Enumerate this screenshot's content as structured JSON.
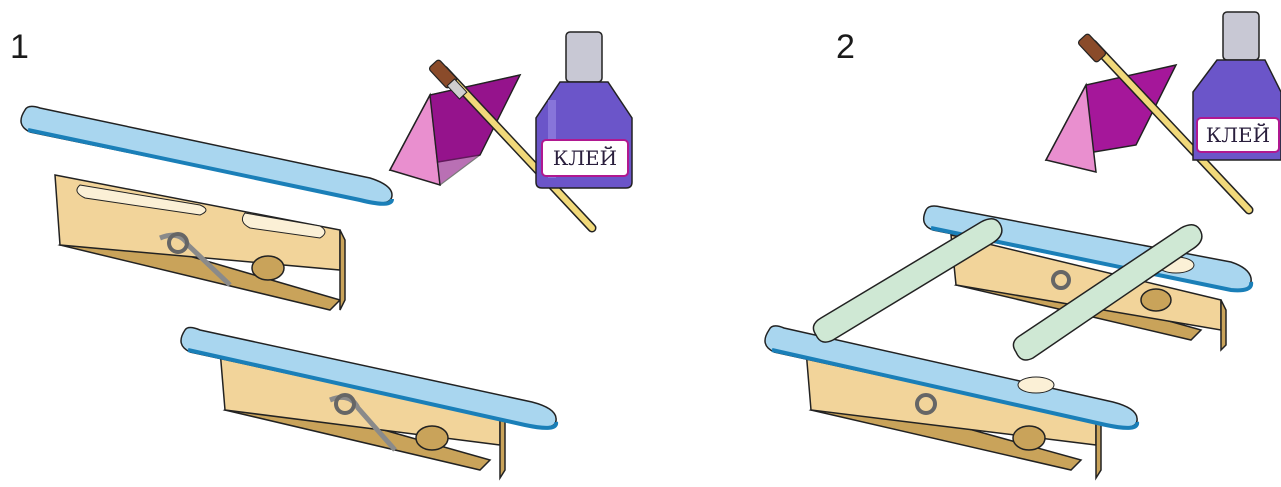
{
  "steps": [
    {
      "number": "1"
    },
    {
      "number": "2"
    }
  ],
  "bottle": {
    "label": "КЛЕЙ"
  },
  "colors": {
    "stick_blue": "#a9d6ef",
    "stick_edge": "#1a7fb8",
    "stick_green": "#cfe8d4",
    "clothespin": "#f2d49a",
    "clothespin_dark": "#c9a35a",
    "glue_bottle": "#6b55c9",
    "glue_cap": "#c8c8d4",
    "label_box": "#a5179a",
    "label_box_pink": "#e98fcf",
    "brush_handle": "#f1d97a"
  }
}
